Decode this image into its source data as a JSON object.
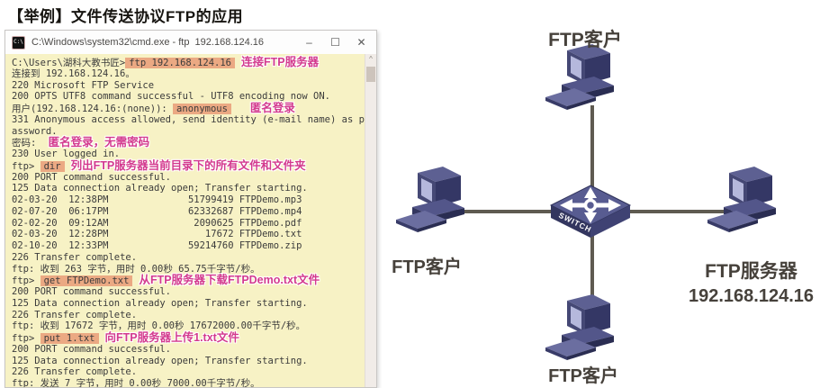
{
  "page": {
    "title": "【举例】文件传送协议FTP的应用"
  },
  "colors": {
    "terminal_bg": "#f7f2c5",
    "terminal_text": "#3b3b3b",
    "highlight_bg": "#eba983",
    "annotation": "#d33a8e",
    "line": "#5f5b51"
  },
  "cmd_window": {
    "title": "C:\\Windows\\system32\\cmd.exe - ftp  192.168.124.16",
    "icon_text": "C:\\",
    "controls": {
      "minimize": "–",
      "maximize": "☐",
      "close": "✕"
    },
    "scrollbar_up": "^"
  },
  "terminal": {
    "lines": [
      [
        {
          "t": "C:\\Users\\湖科大教书匠>",
          "k": "p"
        },
        {
          "t": "ftp 192.168.124.16",
          "k": "h"
        },
        {
          "t": "连接FTP服务器",
          "k": "n"
        }
      ],
      [
        {
          "t": "连接到 192.168.124.16。",
          "k": "p"
        }
      ],
      [
        {
          "t": "220 Microsoft FTP Service",
          "k": "p"
        }
      ],
      [
        {
          "t": "200 OPTS UTF8 command successful - UTF8 encoding now ON.",
          "k": "p"
        }
      ],
      [
        {
          "t": "用户(192.168.124.16:(none)): ",
          "k": "p"
        },
        {
          "t": "anonymous",
          "k": "h"
        },
        {
          "t": "    匿名登录",
          "k": "n"
        }
      ],
      [
        {
          "t": "331 Anonymous access allowed, send identity (e-mail name) as p",
          "k": "p"
        }
      ],
      [
        {
          "t": "assword.",
          "k": "p"
        }
      ],
      [
        {
          "t": "密码: ",
          "k": "p"
        },
        {
          "t": "匿名登录，无需密码",
          "k": "n"
        }
      ],
      [
        {
          "t": "230 User logged in.",
          "k": "p"
        }
      ],
      [
        {
          "t": "ftp> ",
          "k": "p"
        },
        {
          "t": "dir",
          "k": "h"
        },
        {
          "t": "列出FTP服务器当前目录下的所有文件和文件夹",
          "k": "n"
        }
      ],
      [
        {
          "t": "200 PORT command successful.",
          "k": "p"
        }
      ],
      [
        {
          "t": "125 Data connection already open; Transfer starting.",
          "k": "p"
        }
      ],
      [
        {
          "t": "02-03-20  12:38PM              51799419 FTPDemo.mp3",
          "k": "p"
        }
      ],
      [
        {
          "t": "02-07-20  06:17PM              62332687 FTPDemo.mp4",
          "k": "p"
        }
      ],
      [
        {
          "t": "02-02-20  09:12AM               2090625 FTPDemo.pdf",
          "k": "p"
        }
      ],
      [
        {
          "t": "02-03-20  12:28PM                 17672 FTPDemo.txt",
          "k": "p"
        }
      ],
      [
        {
          "t": "02-10-20  12:33PM              59214760 FTPDemo.zip",
          "k": "p"
        }
      ],
      [
        {
          "t": "226 Transfer complete.",
          "k": "p"
        }
      ],
      [
        {
          "t": "ftp: 收到 263 字节，用时 0.00秒 65.75千字节/秒。",
          "k": "p"
        }
      ],
      [
        {
          "t": "ftp> ",
          "k": "p"
        },
        {
          "t": "get FTPDemo.txt",
          "k": "h"
        },
        {
          "t": "从FTP服务器下载FTPDemo.txt文件",
          "k": "n"
        }
      ],
      [
        {
          "t": "200 PORT command successful.",
          "k": "p"
        }
      ],
      [
        {
          "t": "125 Data connection already open; Transfer starting.",
          "k": "p"
        }
      ],
      [
        {
          "t": "226 Transfer complete.",
          "k": "p"
        }
      ],
      [
        {
          "t": "ftp: 收到 17672 字节，用时 0.00秒 17672000.00千字节/秒。",
          "k": "p"
        }
      ],
      [
        {
          "t": "ftp> ",
          "k": "p"
        },
        {
          "t": "put 1.txt",
          "k": "h"
        },
        {
          "t": "向FTP服务器上传1.txt文件",
          "k": "n"
        }
      ],
      [
        {
          "t": "200 PORT command successful.",
          "k": "p"
        }
      ],
      [
        {
          "t": "125 Data connection already open; Transfer starting.",
          "k": "p"
        }
      ],
      [
        {
          "t": "226 Transfer complete.",
          "k": "p"
        }
      ],
      [
        {
          "t": "ftp: 发送 7 字节，用时 0.00秒 7000.00千字节/秒。",
          "k": "p"
        }
      ]
    ]
  },
  "diagram": {
    "top_client_label": "FTP客户",
    "left_client_label": "FTP客户",
    "bottom_client_label": "FTP客户",
    "server_label": "FTP服务器",
    "server_ip": "192.168.124.16",
    "switch_label": "SWITCH"
  }
}
